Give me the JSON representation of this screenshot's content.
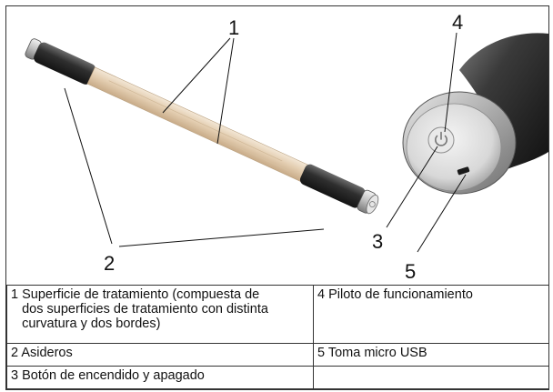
{
  "figure": {
    "callouts": [
      "1",
      "2",
      "3",
      "4",
      "5"
    ]
  },
  "legend": {
    "rows": [
      [
        {
          "num": "1",
          "text": "Superficie de tratamiento (compuesta de dos superficies de tratamiento con distinta curvatura y dos bordes)"
        },
        {
          "num": "4",
          "text": "Piloto de funcionamiento"
        }
      ],
      [
        {
          "num": "2",
          "text": "Asideros"
        },
        {
          "num": "5",
          "text": "Toma micro USB"
        }
      ],
      [
        {
          "num": "3",
          "text": "Botón de encendido y apagado"
        },
        {
          "num": "",
          "text": ""
        }
      ]
    ]
  }
}
